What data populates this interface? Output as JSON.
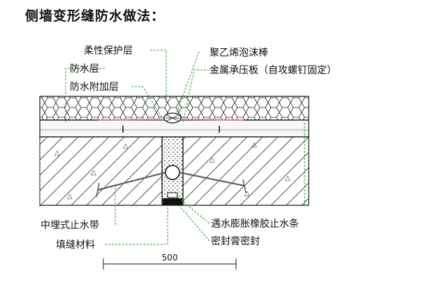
{
  "title": "侧墙变形缝防水做法：",
  "labels": {
    "protective_layer": "柔性保护层",
    "waterproof_layer": "防水层",
    "additional_waterproof_layer": "防水附加层",
    "foam_rod": "聚乙烯泡沫棒",
    "metal_plate": "金属承压板（自攻螺钉固定）",
    "embedded_waterstop": "中埋式止水带",
    "filler": "填缝材料",
    "swelling_strip": "遇水膨胀橡胶止水条",
    "sealant": "密封膏密封"
  },
  "dimension": "500",
  "colors": {
    "leader_line": "#2a9a2a",
    "drawing_line": "#111111"
  }
}
